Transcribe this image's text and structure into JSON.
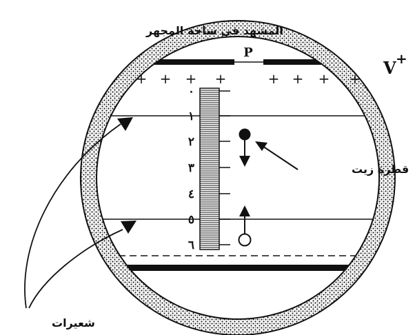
{
  "caption_top": "المشهد في ساحة المجهر",
  "caption_hairs": "شعيرات",
  "caption_oil_drop": "قطرة زيت",
  "plate_label": "P",
  "voltage_label": "V",
  "voltage_sign": "+",
  "plate_charge_sign": "+",
  "scale_numbers": [
    "٠",
    "١",
    "٢",
    "٣",
    "٤",
    "٥",
    "٦"
  ]
}
